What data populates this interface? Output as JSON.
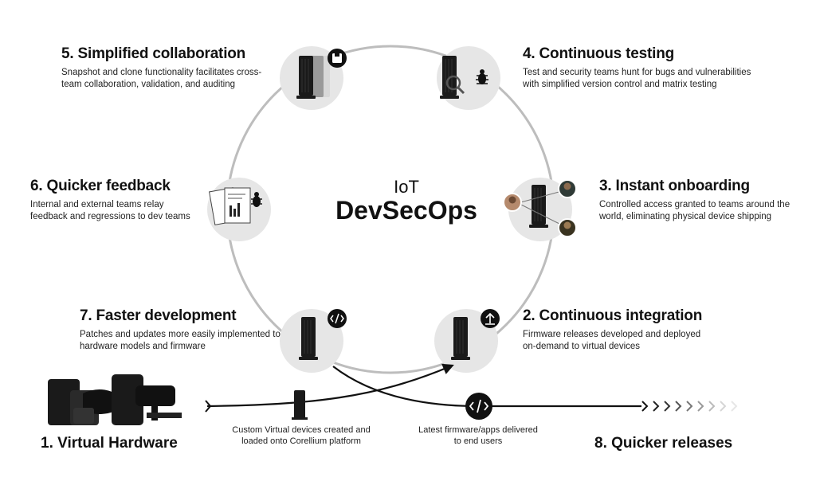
{
  "diagram": {
    "center": {
      "line1": "IoT",
      "line2": "DevSecOps"
    },
    "steps": [
      {
        "title": "5. Simplified collaboration",
        "desc": "Snapshot and clone functionality facilitates cross-team collaboration, validation, and auditing"
      },
      {
        "title": "4. Continuous testing",
        "desc": "Test and security teams hunt for bugs and vulnerabilities with simplified version control and matrix testing"
      },
      {
        "title": "6. Quicker feedback",
        "desc": "Internal and external teams relay feedback and regressions to dev teams"
      },
      {
        "title": "3. Instant onboarding",
        "desc": "Controlled access granted to teams around the world, eliminating physical device shipping"
      },
      {
        "title": "7. Faster development",
        "desc": "Patches and updates more easily implemented to hardware models and firmware"
      },
      {
        "title": "2. Continuous integration",
        "desc": "Firmware releases developed and deployed on-demand to virtual devices"
      }
    ],
    "timeline": {
      "start_label": "1. Virtual Hardware",
      "end_label": "8. Quicker releases",
      "caption_custom": "Custom Virtual devices created and loaded onto Corellium platform",
      "caption_latest": "Latest firmware/apps delivered to end users"
    },
    "icons": {
      "collaboration": "save-icon",
      "testing": "magnifier-bug-icon",
      "feedback": "report-documents-icon",
      "onboarding": "team-avatars-icon",
      "development": "code-icon",
      "integration": "upload-icon",
      "release": "code-icon"
    },
    "colors": {
      "ring": "#bdbdbd",
      "node": "#e6e6e6",
      "device": "#1a1a1a",
      "line": "#111111"
    }
  }
}
